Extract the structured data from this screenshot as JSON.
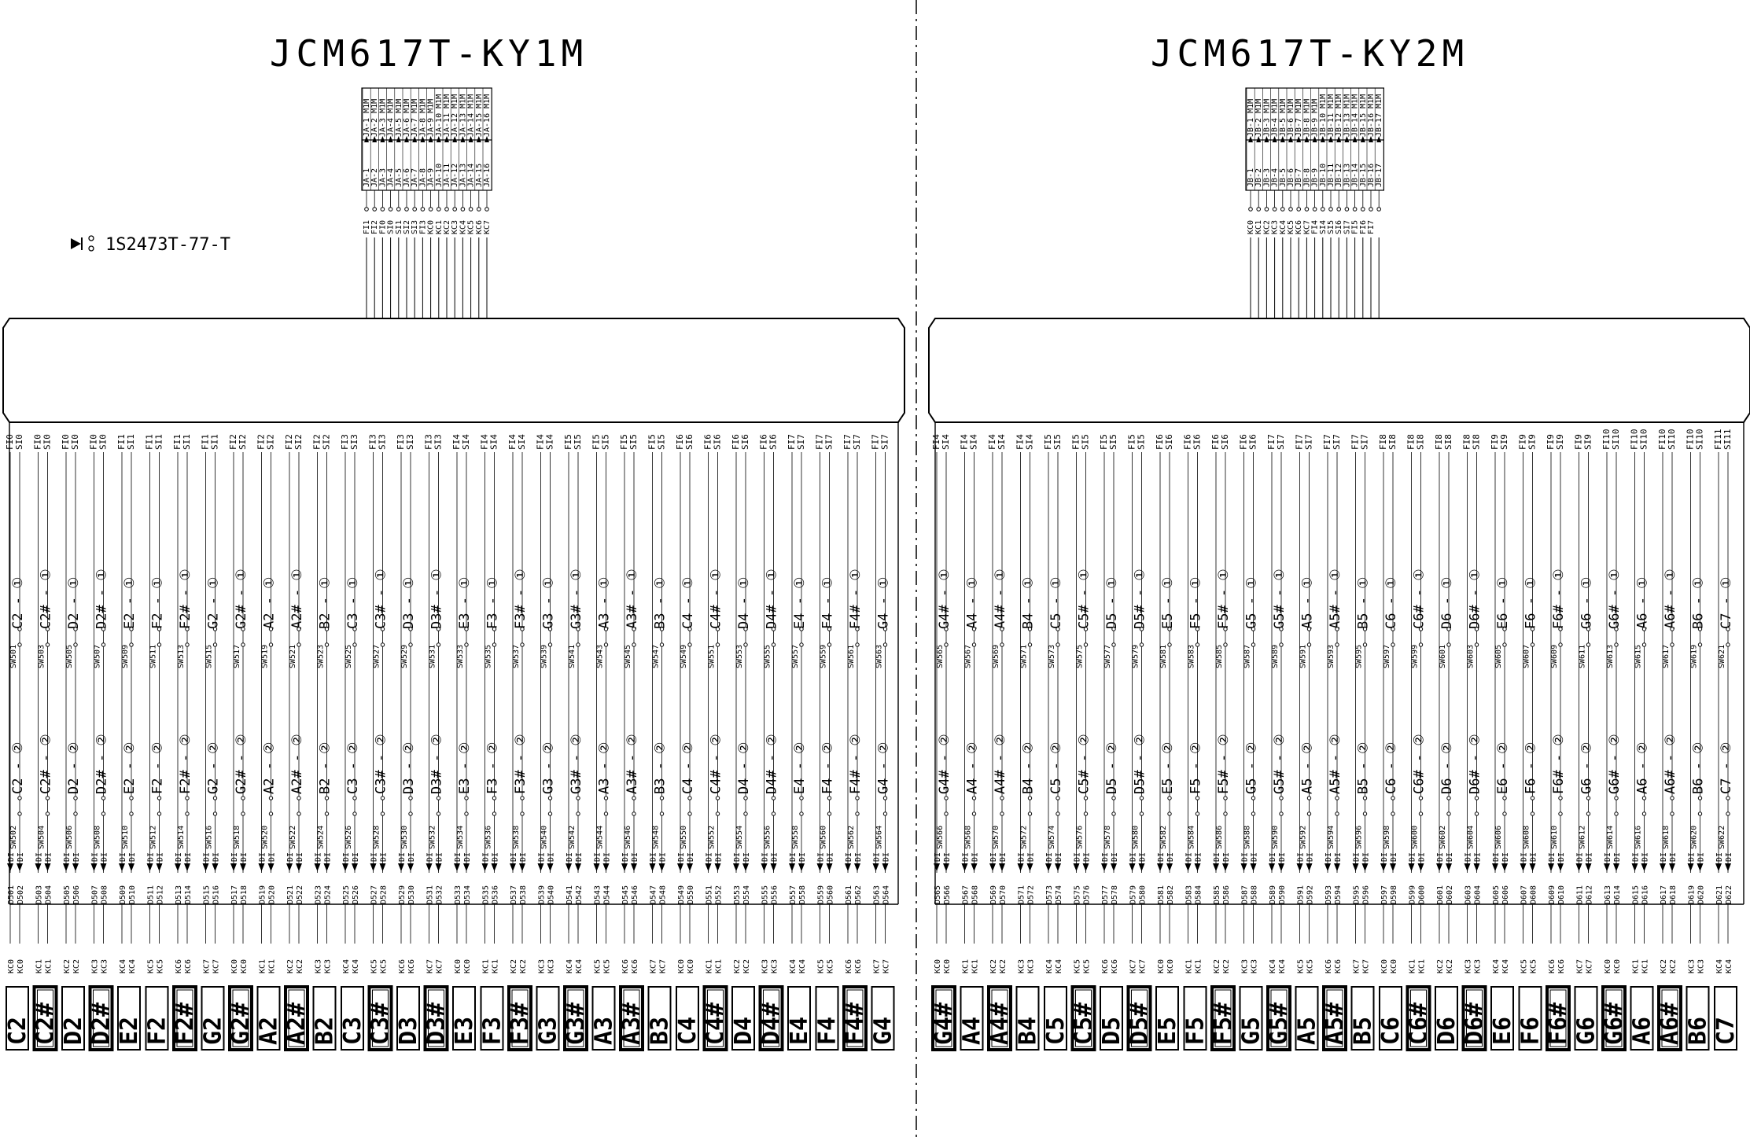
{
  "boards": [
    {
      "id": "ky1m",
      "title": "JCM617T-KY1M",
      "connector_pins": [
        "JA-1",
        "JA-2",
        "JA-3",
        "JA-4",
        "JA-5",
        "JA-6",
        "JA-7",
        "JA-8",
        "JA-9",
        "JA-10",
        "JA-11",
        "JA-12",
        "JA-13",
        "JA-14",
        "JA-15",
        "JA-16"
      ],
      "connector_side": "M1M",
      "connector_signals": [
        "FI1",
        "FI2",
        "FI0",
        "SI0",
        "SI1",
        "SI2",
        "SI3",
        "FI3",
        "KC0",
        "KC1",
        "KC2",
        "KC3",
        "KC4",
        "KC5",
        "KC6",
        "KC7"
      ],
      "sw_start": 501,
      "d_start": 501,
      "keys": [
        "C2",
        "C2#",
        "D2",
        "D2#",
        "E2",
        "F2",
        "F2#",
        "G2",
        "G2#",
        "A2",
        "A2#",
        "B2",
        "C3",
        "C3#",
        "D3",
        "D3#",
        "E3",
        "F3",
        "F3#",
        "G3",
        "G3#",
        "A3",
        "A3#",
        "B3",
        "C4",
        "C4#",
        "D4",
        "D4#",
        "E4",
        "F4",
        "F4#",
        "G4"
      ]
    },
    {
      "id": "ky2m",
      "title": "JCM617T-KY2M",
      "connector_pins": [
        "JB-1",
        "JB-2",
        "JB-3",
        "JB-4",
        "JB-5",
        "JB-6",
        "JB-7",
        "JB-8",
        "JB-9",
        "JB-10",
        "JB-11",
        "JB-12",
        "JB-13",
        "JB-14",
        "JB-15",
        "JB-16",
        "JB-17"
      ],
      "connector_side": "M1M",
      "connector_signals": [
        "KC0",
        "KC1",
        "KC2",
        "KC3",
        "KC4",
        "KC5",
        "KC6",
        "KC7",
        "FI4",
        "SI4",
        "SI5",
        "SI6",
        "SI7",
        "FI5",
        "FI6",
        "FI7",
        ""
      ],
      "sw_start": 565,
      "d_start": 565,
      "keys": [
        "G4#",
        "A4",
        "A4#",
        "B4",
        "C5",
        "C5#",
        "D5",
        "D5#",
        "E5",
        "F5",
        "F5#",
        "G5",
        "G5#",
        "A5",
        "A5#",
        "B5",
        "C6",
        "C6#",
        "D6",
        "D6#",
        "E6",
        "F6",
        "F6#",
        "G6",
        "G6#",
        "A6",
        "A6#",
        "B6",
        "C7"
      ]
    }
  ],
  "diode_note": "1S2473T-77-T",
  "contact_marks": [
    "①",
    "②"
  ]
}
